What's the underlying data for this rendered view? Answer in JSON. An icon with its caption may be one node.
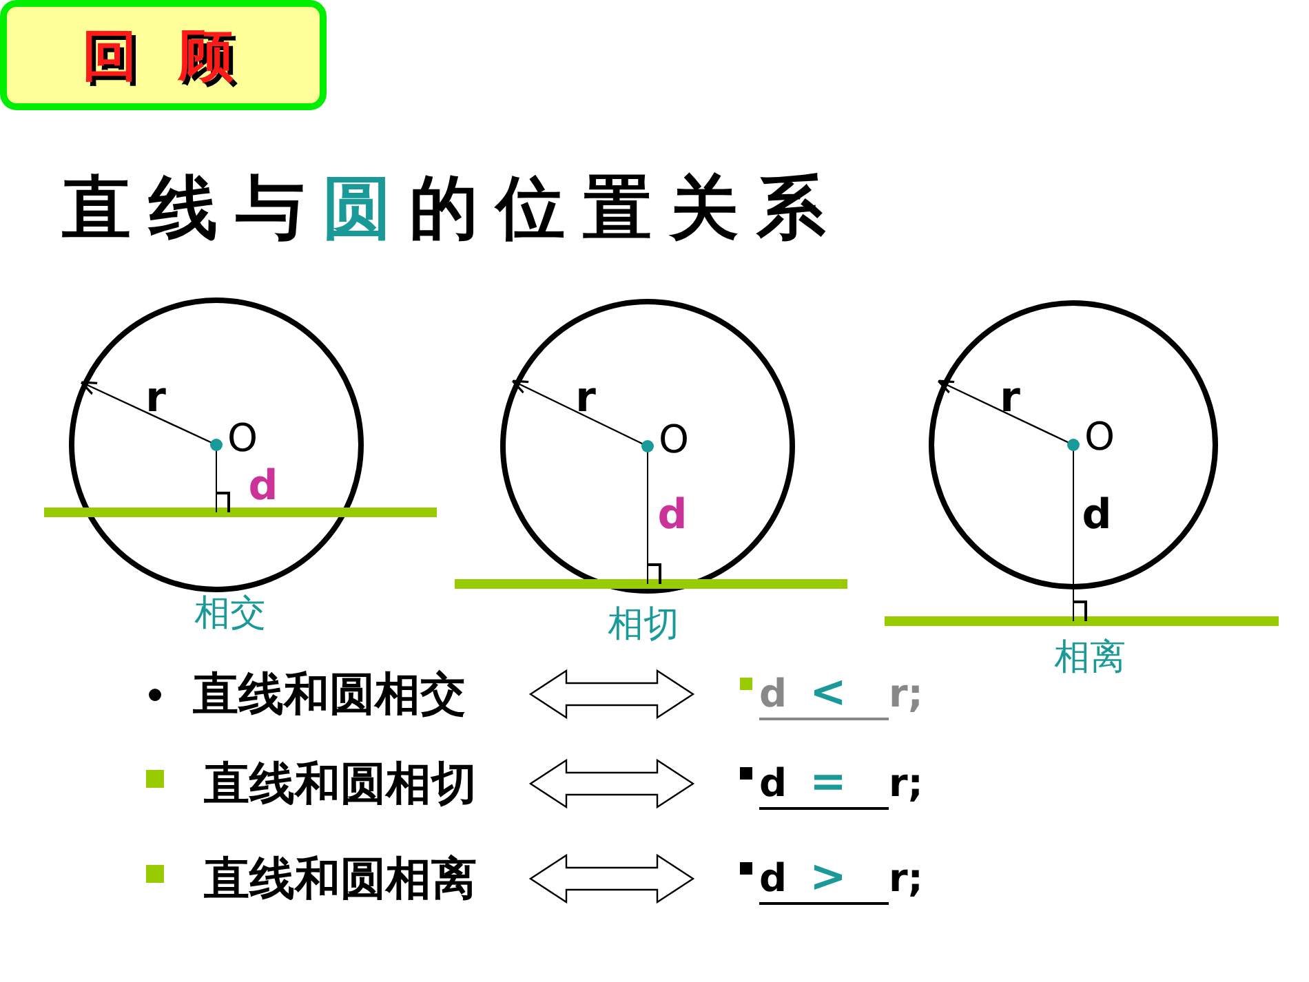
{
  "diagram": {
    "title": "直线与圆的位置关系",
    "nodes": [
      {
        "text": [
          "回 顾"
        ]
      },
      {
        "text": [
          "直线和圆相交"
        ]
      },
      {
        "text": [
          "直线和圆相切"
        ]
      },
      {
        "text": [
          "直线和圆相离"
        ]
      },
      {
        "text": [
          "d < r;"
        ]
      },
      {
        "text": [
          "d = r;"
        ]
      },
      {
        "text": [
          "d > r;"
        ]
      }
    ],
    "edges": [
      {
        "from": 1,
        "to": 4,
        "arrow": "both"
      },
      {
        "from": 2,
        "to": 5,
        "arrow": "both"
      },
      {
        "from": 3,
        "to": 6,
        "arrow": "both"
      }
    ],
    "labels": [
      "r",
      "O",
      "d",
      "相交",
      "r",
      "O",
      "d",
      "相切",
      "r",
      "O",
      "d",
      "相离"
    ]
  }
}
